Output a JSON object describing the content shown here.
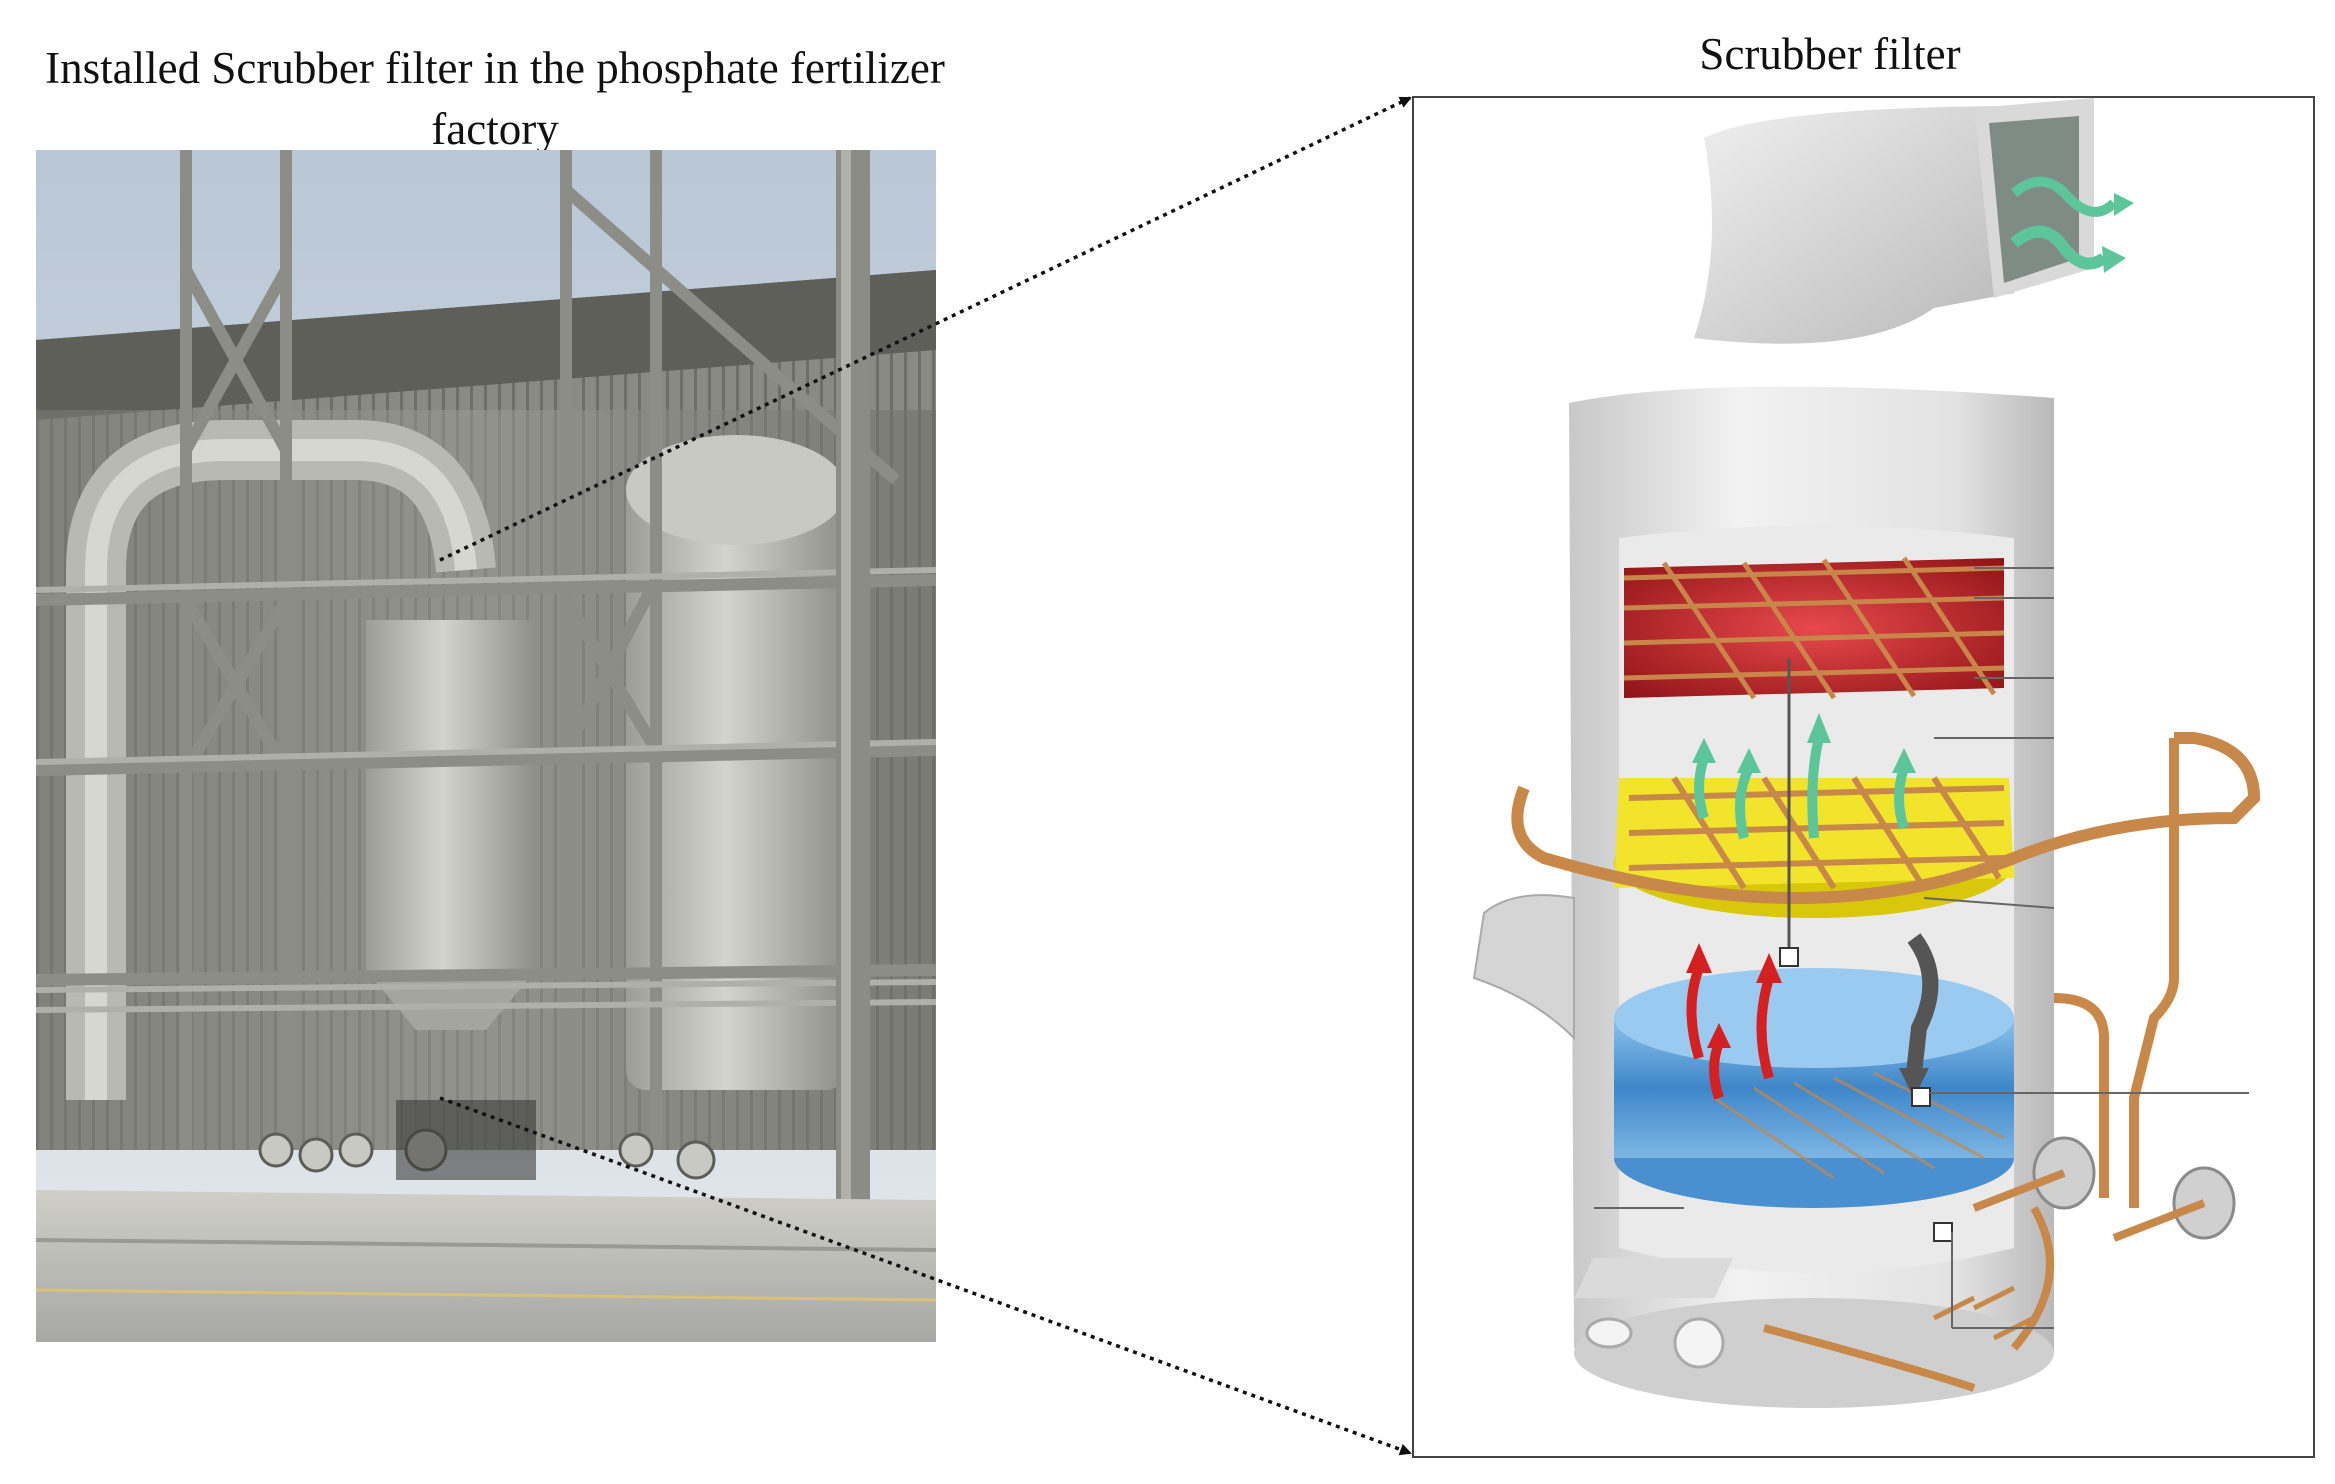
{
  "left_panel": {
    "title": "Installed Scrubber filter in the phosphate fertilizer factory"
  },
  "right_panel": {
    "title": "Scrubber filter"
  },
  "colors": {
    "grid_hot": "#c8262b",
    "grid_spray": "#f1e42a",
    "pipe": "#c7884a",
    "water": "#3f86c9",
    "clean_air_arrow": "#5cc59a",
    "hot_gas_arrow": "#d42020",
    "shell": "#e6e6e6"
  },
  "icons": [
    "zoom-connector",
    "clean-air-arrow-icon",
    "hot-gas-arrow-icon",
    "water-flow-arrow-icon",
    "pump-icon"
  ]
}
